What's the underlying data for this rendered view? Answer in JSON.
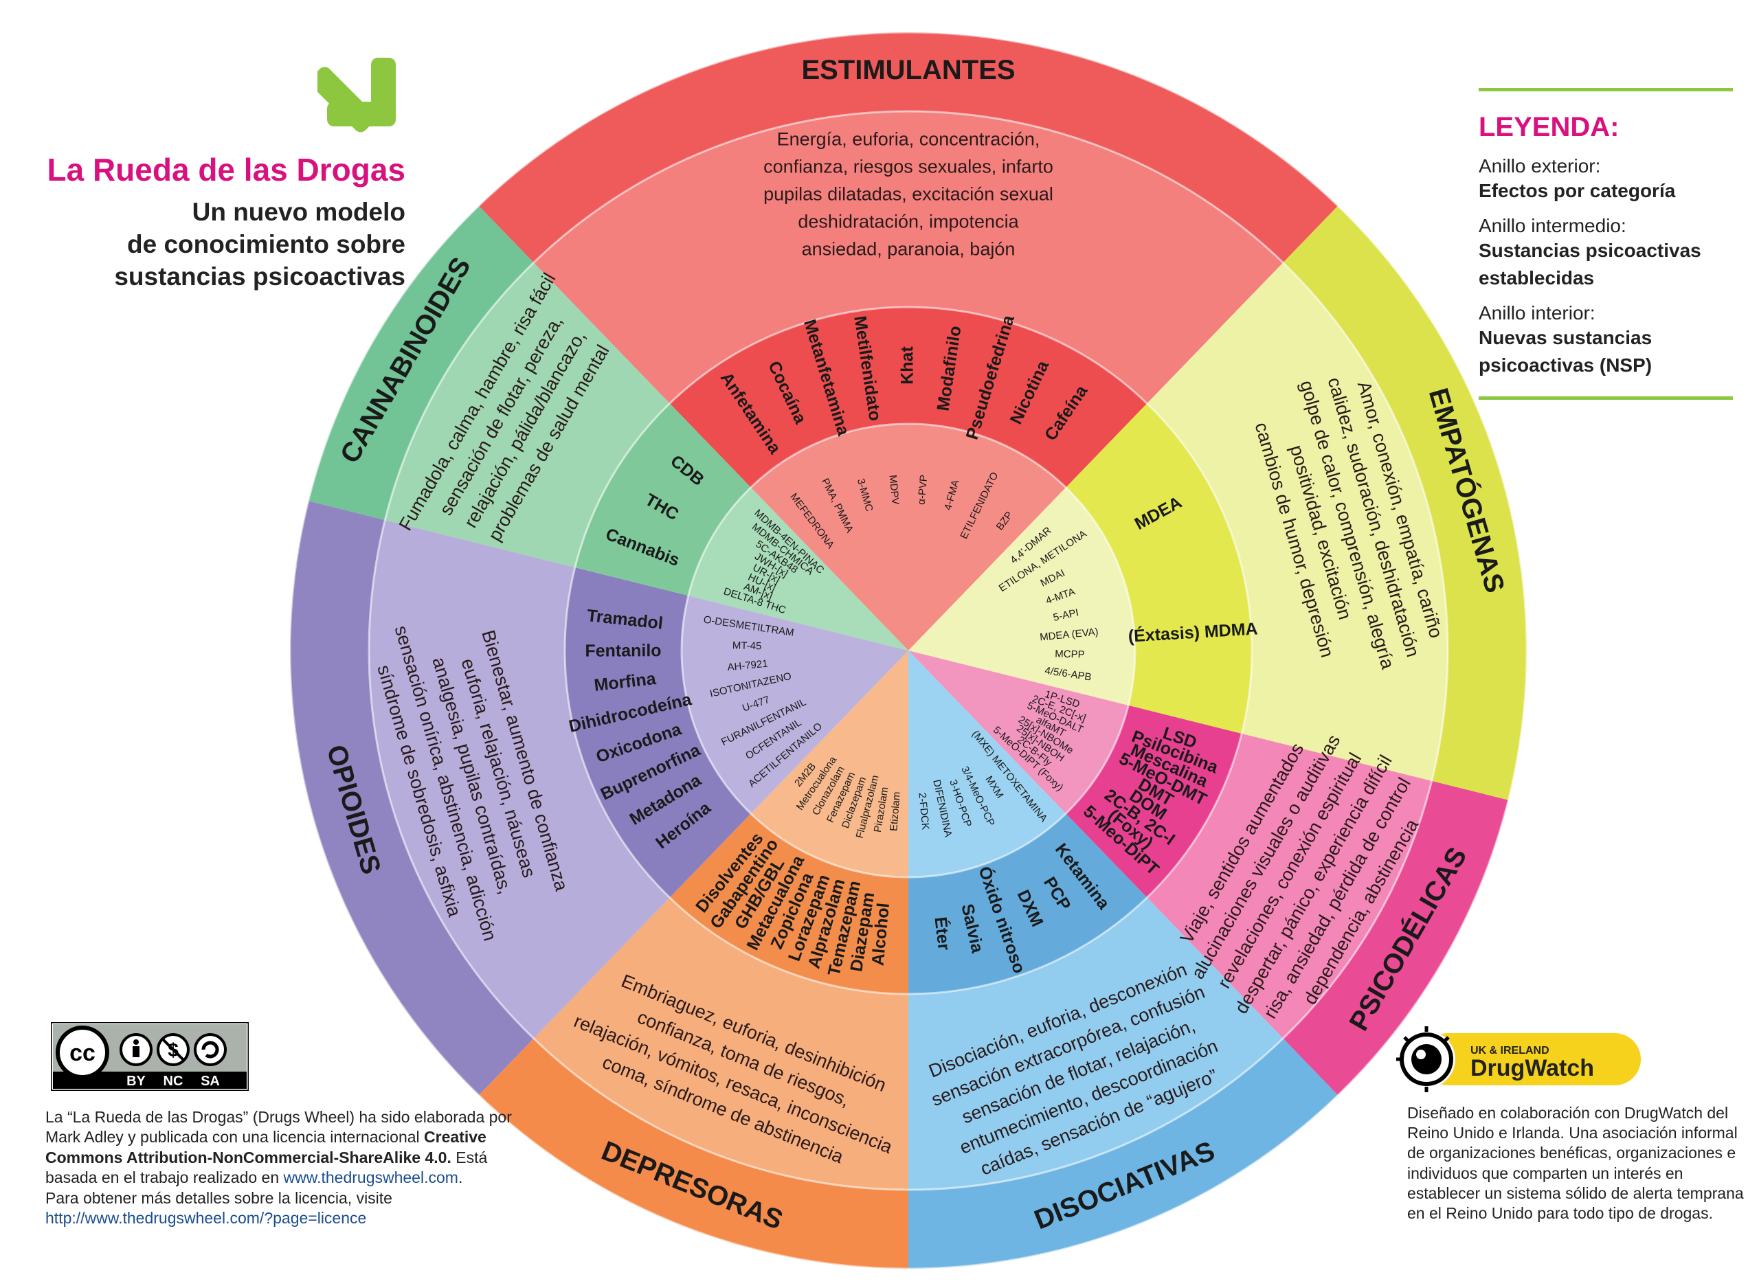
{
  "header": {
    "title": "La Rueda de las Drogas",
    "subtitle_lines": [
      "Un nuevo modelo",
      "de conocimiento sobre",
      "sustancias psicoactivas"
    ]
  },
  "colors": {
    "brand_pink": "#d9117f",
    "brand_green": "#8dc63f"
  },
  "legend": {
    "title": "LEYENDA:",
    "outer_label": "Anillo exterior:",
    "outer_value": "Efectos por categoría",
    "middle_label": "Anillo intermedio:",
    "middle_value_lines": [
      "Sustancias psicoactivas",
      "establecidas"
    ],
    "inner_label": "Anillo interior:",
    "inner_value_lines": [
      "Nuevas sustancias",
      "psicoactivas (NSP)"
    ]
  },
  "wheel": {
    "categories": [
      {
        "name": "ESTIMULANTES",
        "colors": {
          "outer": "#ef5a5b",
          "effects": "#f4807e",
          "established": "#ee4d4f",
          "nps": "#f58d87"
        },
        "effects": [
          "Energía, euforia, concentración,",
          "confianza, riesgos sexuales, infarto",
          "pupilas dilatadas, excitación sexual",
          "deshidratación, impotencia",
          "ansiedad, paranoia, bajón"
        ],
        "established": [
          "Anfetamina",
          "Cocaína",
          "Metanfetamina",
          "Metilfenidato",
          "Khat",
          "Modafinilo",
          "Pseudoefedrina",
          "Nicotina",
          "Cafeína"
        ],
        "nps": [
          "MEFEDRONA",
          "PMA, PMMA",
          "3-MMC",
          "MDPV",
          "α-PVP",
          "4-FMA",
          "ETILFENIDATO",
          "BZP"
        ]
      },
      {
        "name": "EMPATÓGENAS",
        "colors": {
          "outer": "#dbe24b",
          "effects": "#eef2a6",
          "established": "#e2e84e",
          "nps": "#f1f4b8"
        },
        "effects": [
          "Amor, conexión, empatía, cariño",
          "calidez, sudoración, deshidratación",
          "golpe de calor, comprensión, alegría",
          "positividad, excitación",
          "cambios de humor, depresión"
        ],
        "established": [
          "MDEA",
          "(Éxtasis) MDMA"
        ],
        "nps": [
          "4,4'-DMAR",
          "ETILONA, METILONA",
          "MDAI",
          "4-MTA",
          "5-API",
          "MDEA (EVA)",
          "MCPP",
          "4/5/6-APB"
        ]
      },
      {
        "name": "PSICODÉLICAS",
        "colors": {
          "outer": "#e94c94",
          "effects": "#f387b8",
          "established": "#e84090",
          "nps": "#f295bf"
        },
        "effects": [
          "Viaje, sentidos aumentados",
          "alucinaciones visuales o auditivas",
          "revelaciones, conexión espiritual",
          "despertar, pánico, experiencia difícil",
          "risa, ansiedad, pérdida de control",
          "dependencia, abstinencia"
        ],
        "established": [
          "LSD",
          "Psilocibina",
          "Mescalina",
          "5-MeO-DMT",
          "DMT",
          "DOM",
          "2C-B, 2C-I",
          "(Foxy)",
          "5-Meo-DiPT"
        ],
        "nps": [
          "1P-LSD",
          "2C-E, 2C[-x]",
          "5-MeO-DALT",
          "alfaMT",
          "25[x]-NBOMe",
          "25[x]-NBOH",
          "2C-B-Fly",
          "5-MeO-DIPT (Foxy)"
        ]
      },
      {
        "name": "DISOCIATIVAS",
        "colors": {
          "outer": "#6fb5e3",
          "effects": "#92cdef",
          "established": "#64abdc",
          "nps": "#9dd3f2"
        },
        "effects": [
          "Disociación, euforia, desconexión",
          "sensación extracorpórea, confusión",
          "sensación de flotar, relajación,",
          "entumecimiento, descoordinación",
          "caídas, sensación de “agujero”"
        ],
        "established": [
          "Ketamina",
          "PCP",
          "DXM",
          "Óxido nitroso",
          "Salvia",
          "Éter"
        ],
        "nps": [
          "(MXE) METOXETAMINA",
          "MXM",
          "3/4-MeO-PCP",
          "3-HO-PCP",
          "DIFENIDINA",
          "2-FDCK"
        ]
      },
      {
        "name": "DEPRESORAS",
        "colors": {
          "outer": "#f58b4a",
          "effects": "#f6ae7d",
          "established": "#f38d4c",
          "nps": "#f8b98c"
        },
        "effects": [
          "Embriaguez, euforia, desinhibición",
          "confianza, toma de riesgos,",
          "relajación, vómitos, resaca, inconsciencia",
          "coma, síndrome de abstinencia"
        ],
        "established": [
          "Alcohol",
          "Diazepam",
          "Temazepam",
          "Alprazolam",
          "Lorazepam",
          "Zopiclona",
          "Metacualona",
          "GHB/GBL",
          "Gabapentino",
          "Disolventes"
        ],
        "nps": [
          "Etizolam",
          "Pirazolam",
          "Flualprazolam",
          "Diclazepam",
          "Fenazepam",
          "Clonazolam",
          "Metrocualona",
          "2M2B"
        ]
      },
      {
        "name": "OPIOIDES",
        "colors": {
          "outer": "#9085c1",
          "effects": "#b6addb",
          "established": "#8a7fbe",
          "nps": "#bbb3de"
        },
        "effects": [
          "Bienestar, aumento de confianza",
          "euforia, relajación, náuseas",
          "analgesia, pupilas contraídas,",
          "sensación onírica, abstinencia, adicción",
          "síndrome de sobredosis, asfixia"
        ],
        "established": [
          "Heroína",
          "Metadona",
          "Buprenorfina",
          "Oxicodona",
          "Dihidrocodeína",
          "Morfina",
          "Fentanilo",
          "Tramadol"
        ],
        "nps": [
          "ACETILFENTANILO",
          "OCFENTANIL",
          "FURANILFENTANIL",
          "U-477",
          "ISOTONITAZENO",
          "AH-7921",
          "MT-45",
          "O-DESMETILTRAM"
        ]
      },
      {
        "name": "CANNABINOIDES",
        "colors": {
          "outer": "#72c396",
          "effects": "#9fd7b2",
          "established": "#7ec89a",
          "nps": "#a9dcb8"
        },
        "effects": [
          "Fumadola, calma, hambre, risa fácil",
          "sensación de flotar, pereza,",
          "relajación, pálida/blancazo,",
          "problemas de salud mental"
        ],
        "established": [
          "Cannabis",
          "THC",
          "CDB"
        ],
        "nps": [
          "DELTA-8 THC",
          "AM-[x]",
          "HU-[x]",
          "UR-[x]",
          "JWH-[x]",
          "5C-AKB48",
          "MDMB-CHMICA",
          "MDMB-4EN-PINAC"
        ]
      }
    ]
  },
  "license": {
    "line1": "La “La Rueda de las Drogas” (Drugs Wheel) ha sido elaborada por",
    "line2": "Mark Adley y publicada con una licencia internacional",
    "license_name_a": "Creative",
    "license_name_b": "Commons Attribution-NonCommercial-ShareAlike 4.0.",
    "line3_tail": "Está",
    "line4": "basada en el trabajo realizado en",
    "link1": "www.thedrugswheel.com",
    "line5": "Para obtener más detalles sobre la licencia, visite",
    "link2": "http://www.thedrugswheel.com/?page=licence"
  },
  "cc_badge": {
    "labels": [
      "BY",
      "NC",
      "SA"
    ],
    "cc": "cc"
  },
  "drugwatch": {
    "small": "UK & IRELAND",
    "name": "DrugWatch",
    "collab_text": [
      "Diseñado en colaboración con DrugWatch del",
      "Reino Unido e Irlanda. Una asociación informal",
      "de organizaciones benéficas, organizaciones e",
      "individuos que comparten un interés en",
      "establecer un sistema sólido de alerta temprana",
      "en el Reino Unido para todo tipo de drogas."
    ]
  }
}
